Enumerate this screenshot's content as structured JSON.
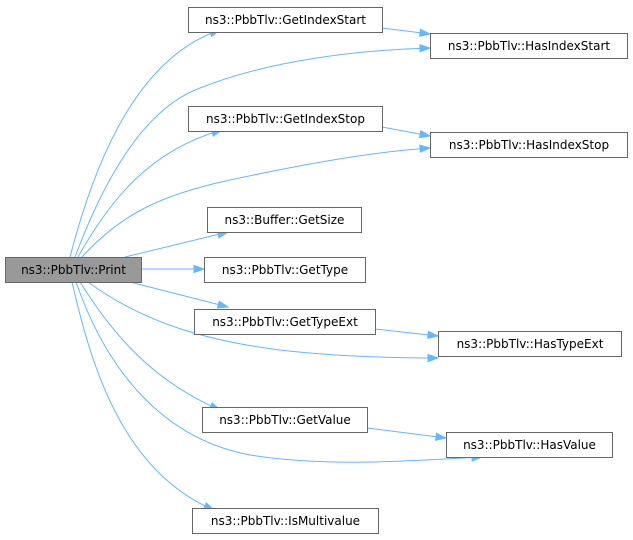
{
  "graph": {
    "colors": {
      "edge": "#63b8ff",
      "node_border": "#666666",
      "root_fill": "#999999",
      "node_fill": "#ffffff"
    },
    "nodes": [
      {
        "id": "print",
        "label": "ns3::PbbTlv::Print",
        "root": true
      },
      {
        "id": "getIndexStart",
        "label": "ns3::PbbTlv::GetIndexStart"
      },
      {
        "id": "hasIndexStart",
        "label": "ns3::PbbTlv::HasIndexStart"
      },
      {
        "id": "getIndexStop",
        "label": "ns3::PbbTlv::GetIndexStop"
      },
      {
        "id": "hasIndexStop",
        "label": "ns3::PbbTlv::HasIndexStop"
      },
      {
        "id": "bufferGetSize",
        "label": "ns3::Buffer::GetSize"
      },
      {
        "id": "getType",
        "label": "ns3::PbbTlv::GetType"
      },
      {
        "id": "getTypeExt",
        "label": "ns3::PbbTlv::GetTypeExt"
      },
      {
        "id": "hasTypeExt",
        "label": "ns3::PbbTlv::HasTypeExt"
      },
      {
        "id": "getValue",
        "label": "ns3::PbbTlv::GetValue"
      },
      {
        "id": "hasValue",
        "label": "ns3::PbbTlv::HasValue"
      },
      {
        "id": "isMultivalue",
        "label": "ns3::PbbTlv::IsMultivalue"
      }
    ],
    "edges": [
      {
        "from": "print",
        "to": "getIndexStart"
      },
      {
        "from": "print",
        "to": "hasIndexStart"
      },
      {
        "from": "getIndexStart",
        "to": "hasIndexStart"
      },
      {
        "from": "print",
        "to": "getIndexStop"
      },
      {
        "from": "print",
        "to": "hasIndexStop"
      },
      {
        "from": "getIndexStop",
        "to": "hasIndexStop"
      },
      {
        "from": "print",
        "to": "bufferGetSize"
      },
      {
        "from": "print",
        "to": "getType"
      },
      {
        "from": "print",
        "to": "getTypeExt"
      },
      {
        "from": "print",
        "to": "hasTypeExt"
      },
      {
        "from": "getTypeExt",
        "to": "hasTypeExt"
      },
      {
        "from": "print",
        "to": "getValue"
      },
      {
        "from": "print",
        "to": "hasValue"
      },
      {
        "from": "getValue",
        "to": "hasValue"
      },
      {
        "from": "print",
        "to": "isMultivalue"
      }
    ]
  }
}
